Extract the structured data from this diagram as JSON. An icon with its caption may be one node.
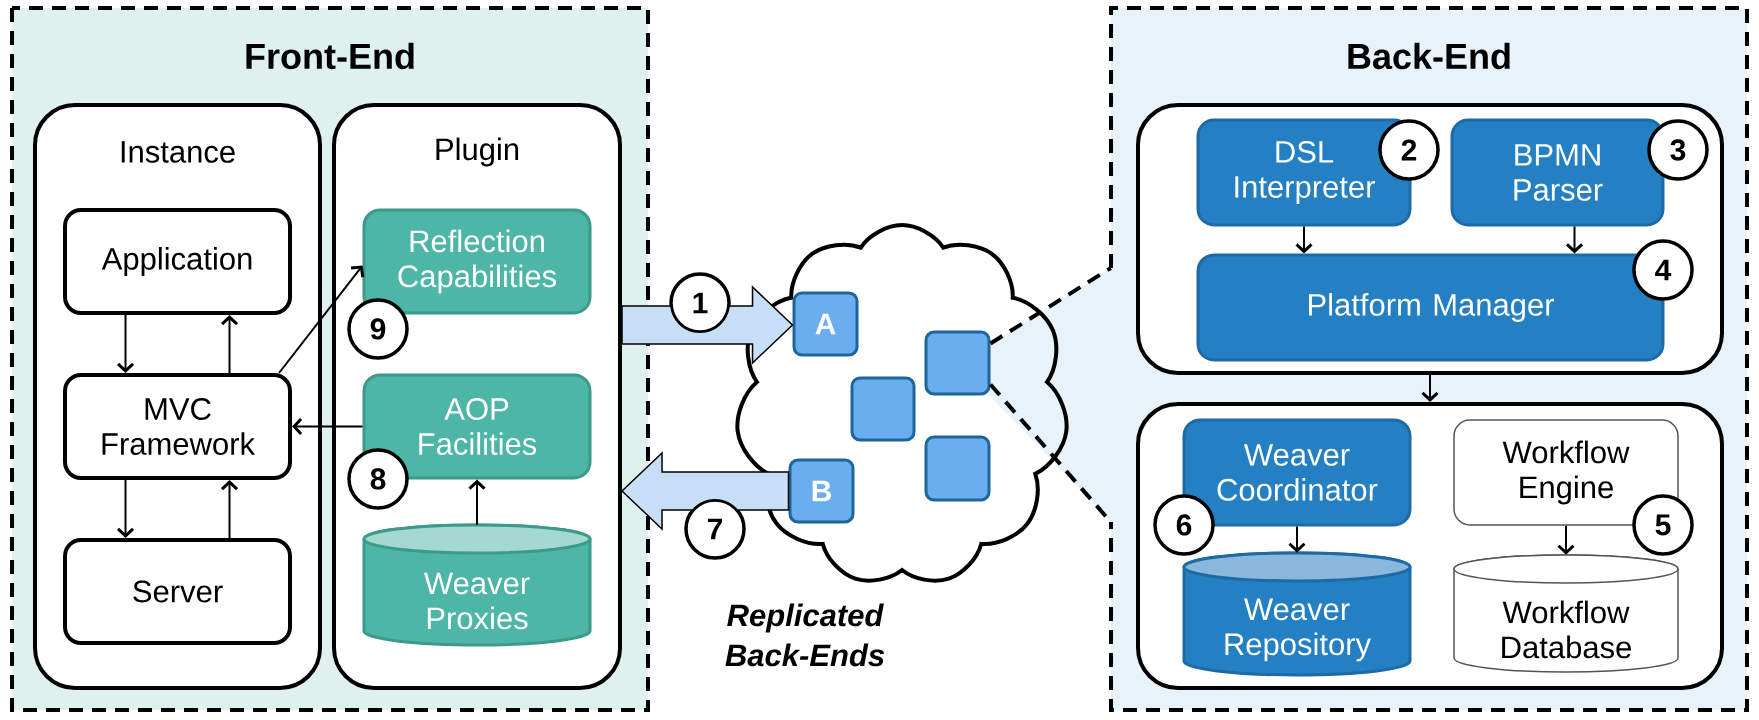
{
  "diagram": {
    "nodes": [
      {
        "text": [
          "Front-End"
        ]
      },
      {
        "text": [
          "Instance"
        ],
        "in": 0
      },
      {
        "text": [
          "Plugin"
        ],
        "in": 0
      },
      {
        "text": [
          "Application"
        ],
        "in": 1
      },
      {
        "text": [
          "MVC Framework"
        ],
        "in": 1
      },
      {
        "text": [
          "Server"
        ],
        "in": 1
      },
      {
        "text": [
          "Reflection Capabilities"
        ],
        "in": 2
      },
      {
        "text": [
          "AOP Facilities"
        ],
        "in": 2
      },
      {
        "text": [
          "Weaver Proxies"
        ],
        "in": 2
      },
      {
        "text": [
          "9"
        ],
        "in": 2
      },
      {
        "text": [
          "8"
        ],
        "in": 2
      },
      {
        "text": [
          "Back-End"
        ]
      },
      {
        "text": [],
        "shape": "box",
        "in": 11
      },
      {
        "text": [
          "DSL Interpreter"
        ],
        "in": 12
      },
      {
        "text": [
          "BPMN Parser"
        ],
        "in": 12
      },
      {
        "text": [
          "Platform Manager"
        ],
        "in": 12
      },
      {
        "text": [
          "2"
        ],
        "in": 12
      },
      {
        "text": [
          "3"
        ],
        "in": 12
      },
      {
        "text": [
          "4"
        ],
        "in": 12
      },
      {
        "text": [],
        "shape": "box",
        "in": 11
      },
      {
        "text": [
          "Weaver Coordinator"
        ],
        "in": 19
      },
      {
        "text": [
          "Weaver Repository"
        ],
        "in": 19
      },
      {
        "text": [
          "Workflow Engine"
        ],
        "in": 19
      },
      {
        "text": [
          "Workflow Database"
        ],
        "in": 19
      },
      {
        "text": [
          "6"
        ],
        "in": 19
      },
      {
        "text": [
          "5"
        ],
        "in": 19
      },
      {
        "text": [],
        "shape": "cloud",
        "beside": [
          "Replicated Back-Ends"
        ]
      },
      {
        "text": [
          "A"
        ],
        "in": 26
      },
      {
        "text": [],
        "shape": "box",
        "in": 26
      },
      {
        "text": [],
        "shape": "box",
        "in": 26
      },
      {
        "text": [
          "B"
        ],
        "in": 26
      },
      {
        "text": [],
        "shape": "box",
        "in": 26
      },
      {
        "text": [
          "1"
        ]
      },
      {
        "text": [
          "7"
        ]
      }
    ],
    "edges": [
      {
        "from": 2,
        "to": 27,
        "arrow": "to",
        "style": "thick",
        "color": "#c6dff7"
      },
      {
        "from": 30,
        "to": 2,
        "arrow": "to",
        "style": "thick",
        "color": "#c6dff7"
      },
      {
        "from": 3,
        "to": 4,
        "arrow": "to"
      },
      {
        "from": 4,
        "to": 3,
        "arrow": "to"
      },
      {
        "from": 4,
        "to": 5,
        "arrow": "to"
      },
      {
        "from": 5,
        "to": 4,
        "arrow": "to"
      },
      {
        "from": 4,
        "to": 6,
        "arrow": "to"
      },
      {
        "from": 7,
        "to": 4,
        "arrow": "to"
      },
      {
        "from": 8,
        "to": 7,
        "arrow": "to"
      },
      {
        "from": 13,
        "to": 15,
        "arrow": "to"
      },
      {
        "from": 14,
        "to": 15,
        "arrow": "to"
      },
      {
        "from": 12,
        "to": 19,
        "arrow": "to"
      },
      {
        "from": 20,
        "to": 21,
        "arrow": "to"
      },
      {
        "from": 22,
        "to": 23,
        "arrow": "to"
      },
      {
        "from": 28,
        "to": 11,
        "arrow": "none",
        "style": "dashed"
      },
      {
        "from": 28,
        "to": 11,
        "arrow": "none",
        "style": "dashed"
      }
    ]
  }
}
